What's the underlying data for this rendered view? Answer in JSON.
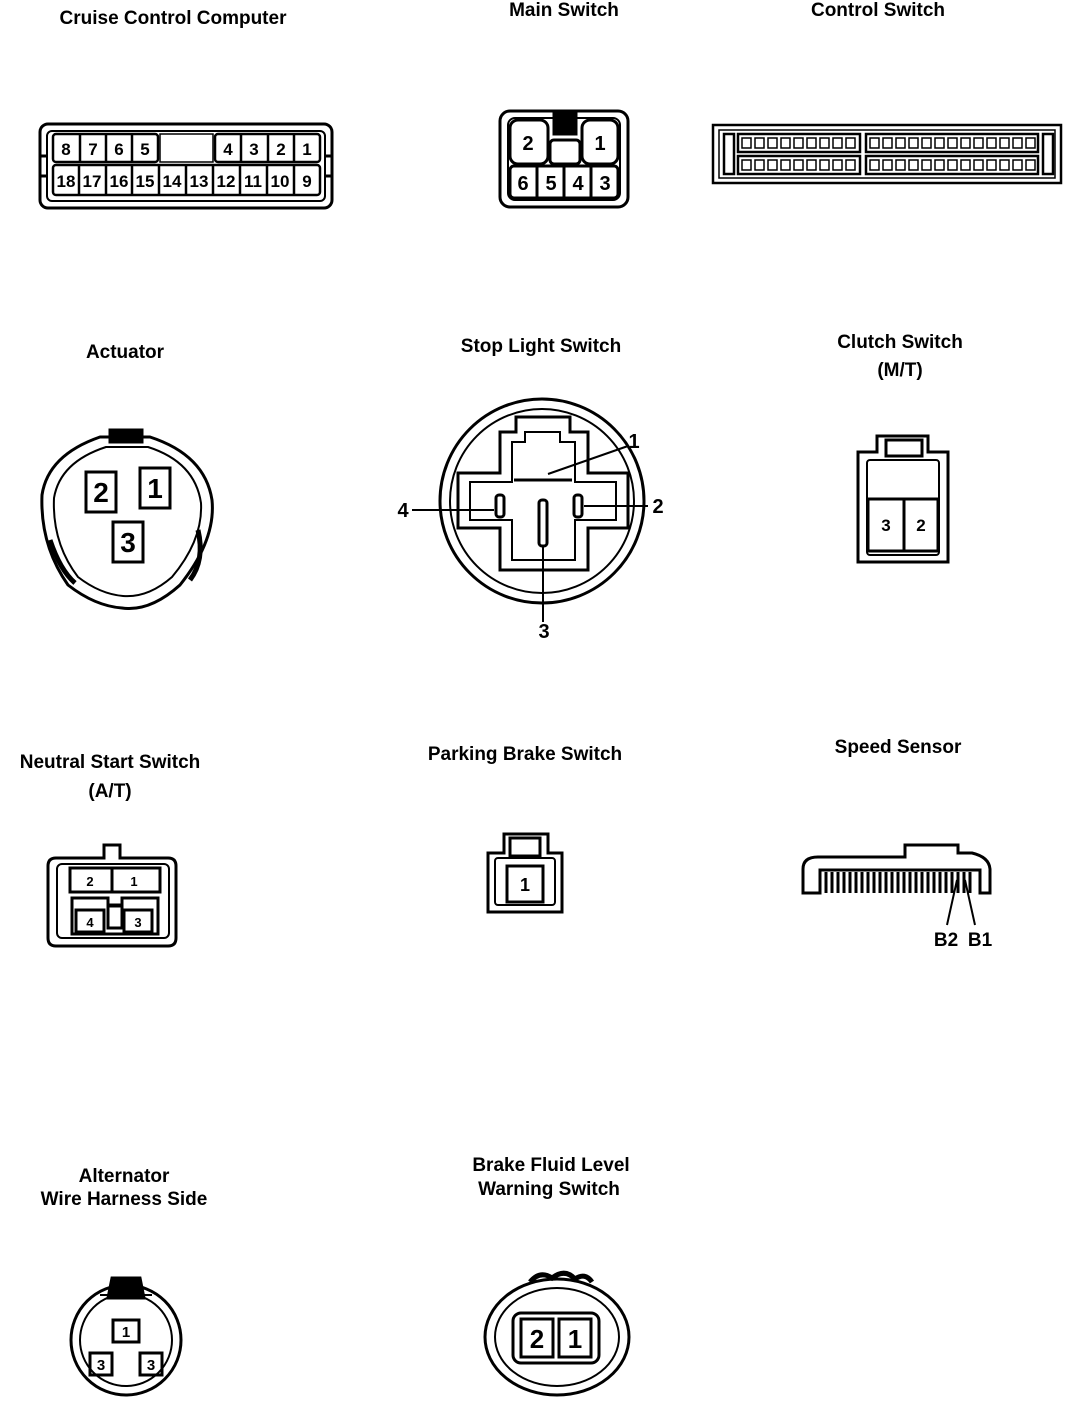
{
  "titles": {
    "cruise_control_computer": "Cruise Control Computer",
    "main_switch": "Main Switch",
    "control_switch": "Control Switch",
    "actuator": "Actuator",
    "stop_light_switch": "Stop Light Switch",
    "clutch_switch_1": "Clutch Switch",
    "clutch_switch_2": "(M/T)",
    "neutral_start_switch_1": "Neutral Start Switch",
    "neutral_start_switch_2": "(A/T)",
    "parking_brake_switch": "Parking Brake Switch",
    "speed_sensor": "Speed Sensor",
    "alternator_1": "Alternator",
    "alternator_2": "Wire Harness Side",
    "brake_fluid_1": "Brake Fluid Level",
    "brake_fluid_2": "Warning Switch"
  },
  "cruise_pins_top": [
    "8",
    "7",
    "6",
    "5",
    "4",
    "3",
    "2",
    "1"
  ],
  "cruise_pins_bottom": [
    "18",
    "17",
    "16",
    "15",
    "14",
    "13",
    "12",
    "11",
    "10",
    "9"
  ],
  "main_switch_pins": {
    "p2": "2",
    "p1": "1",
    "p6": "6",
    "p5": "5",
    "p4": "4",
    "p3": "3"
  },
  "actuator_pins": {
    "p2": "2",
    "p1": "1",
    "p3": "3"
  },
  "stop_light_pins": {
    "p1": "1",
    "p2": "2",
    "p3": "3",
    "p4": "4"
  },
  "clutch_pins": {
    "p3": "3",
    "p2": "2"
  },
  "neutral_pins": {
    "p2": "2",
    "p1": "1",
    "p4": "4",
    "p3": "3"
  },
  "parking_pins": {
    "p1": "1"
  },
  "speed_sensor_pins": {
    "b2": "B2",
    "b1": "B1"
  },
  "alternator_pins": {
    "p1": "1",
    "p3": "3",
    "p2": "3"
  },
  "brake_fluid_pins": {
    "p2": "2",
    "p1": "1"
  }
}
